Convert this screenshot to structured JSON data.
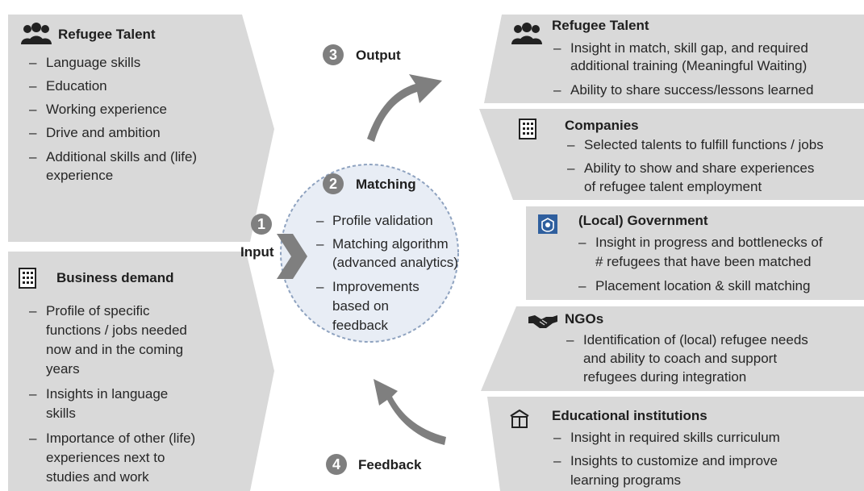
{
  "left_top": {
    "title": "Refugee Talent",
    "items": [
      "Language skills",
      "Education",
      "Working experience",
      "Drive and ambition",
      "Additional skills and (life)",
      "experience"
    ]
  },
  "left_bottom": {
    "title": "Business demand",
    "items": [
      "Profile of specific",
      "functions / jobs needed",
      "now and in the coming",
      "years",
      "Insights in language",
      "skills",
      "Importance of other (life)",
      "experiences next to",
      "studies and work"
    ]
  },
  "center": {
    "output": {
      "number": "3",
      "label": "Output"
    },
    "matching": {
      "number": "2",
      "label": "Matching",
      "items": [
        "Profile validation",
        "Matching algorithm",
        "(advanced analytics)",
        "Improvements",
        "based on",
        "feedback"
      ]
    },
    "input": {
      "number": "1",
      "label": "Input"
    },
    "feedback": {
      "number": "4",
      "label": "Feedback"
    }
  },
  "right": [
    {
      "title": "Refugee Talent",
      "icon": "people-icon",
      "lines": [
        "Insight in match, skill gap, and required",
        "additional training (Meaningful Waiting)",
        "Ability to share success/lessons learned"
      ]
    },
    {
      "title": "Companies",
      "icon": "building-icon",
      "lines": [
        "Selected talents to fulfill functions / jobs",
        "Ability to show and share experiences",
        "of refugee talent employment"
      ]
    },
    {
      "title": "(Local) Government",
      "icon": "government-crest-icon",
      "lines": [
        "Insight in progress and bottlenecks of",
        "# refugees that have been matched",
        "Placement location & skill matching"
      ]
    },
    {
      "title": "NGOs",
      "icon": "handshake-icon",
      "lines": [
        "Identification of (local) refugee needs",
        "and ability to coach and support",
        "refugees during integration"
      ]
    },
    {
      "title": "Educational institutions",
      "icon": "institution-icon",
      "lines": [
        "Insight in required skills curriculum",
        "Insights to customize and improve",
        "learning programs"
      ]
    }
  ],
  "colors": {
    "panel": "#d9d9d9",
    "arrow": "#7f7f7f",
    "circle_fill": "#e8edf5",
    "circle_border": "#8fa3c0",
    "accent_blue": "#2f5f9e"
  }
}
